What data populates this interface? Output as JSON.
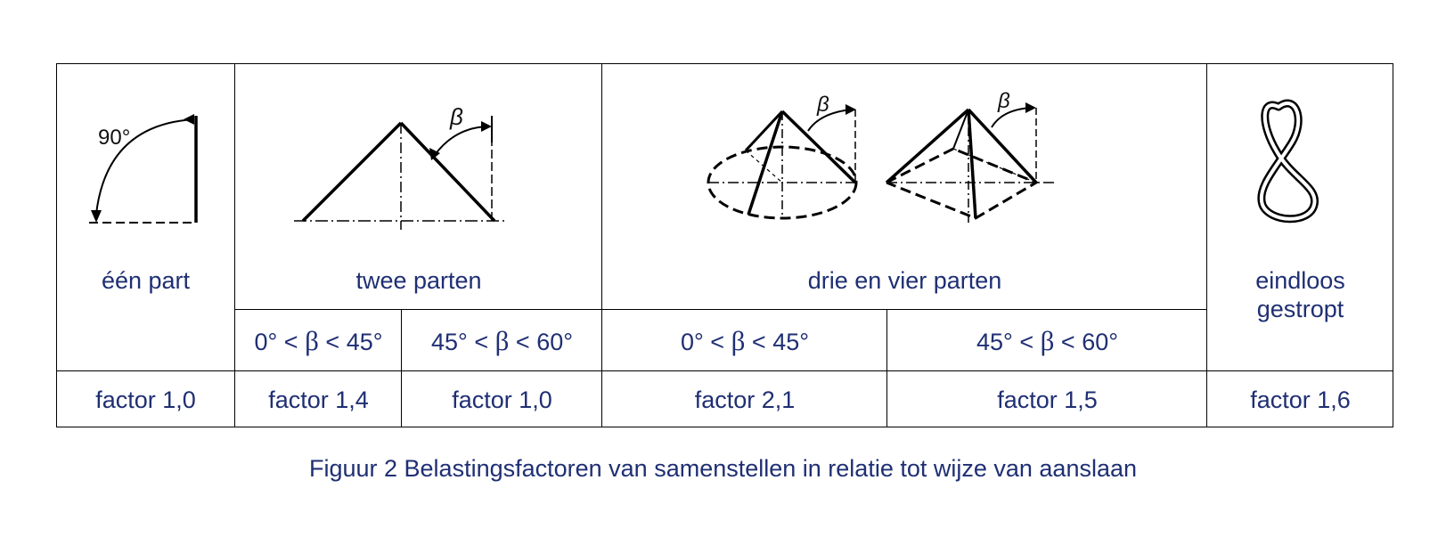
{
  "figures": {
    "one_leg_angle": "90°",
    "beta_symbol": "β"
  },
  "headers": {
    "one_leg": "één part",
    "two_legs": "twee parten",
    "three_four_legs": "drie en vier parten",
    "endless": [
      "eindloos",
      "gestropt"
    ]
  },
  "angle_ranges": [
    {
      "lower": "0°",
      "upper": "45°"
    },
    {
      "lower": "45°",
      "upper": "60°"
    },
    {
      "lower": "0°",
      "upper": "45°"
    },
    {
      "lower": "45°",
      "upper": "60°"
    }
  ],
  "relation_symbol": "<",
  "factors": [
    "factor 1,0",
    "factor 1,4",
    "factor 1,0",
    "factor 2,1",
    "factor 1,5",
    "factor 1,6"
  ],
  "caption": "Figuur 2  Belastingsfactoren van samenstellen in relatie tot wijze van aanslaan"
}
